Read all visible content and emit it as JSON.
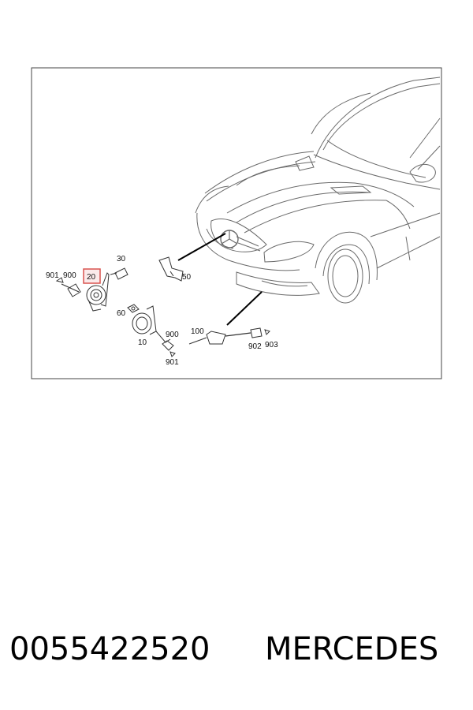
{
  "diagram": {
    "highlight_color": "#d9534f",
    "callouts": {
      "c901a": "901",
      "c900a": "900",
      "c20": "20",
      "c30": "30",
      "c50": "50",
      "c60": "60",
      "c10": "10",
      "c900b": "900",
      "c901b": "901",
      "c100": "100",
      "c902": "902",
      "c903": "903"
    }
  },
  "caption": {
    "part_number": "0055422520",
    "brand": "MERCEDES"
  }
}
